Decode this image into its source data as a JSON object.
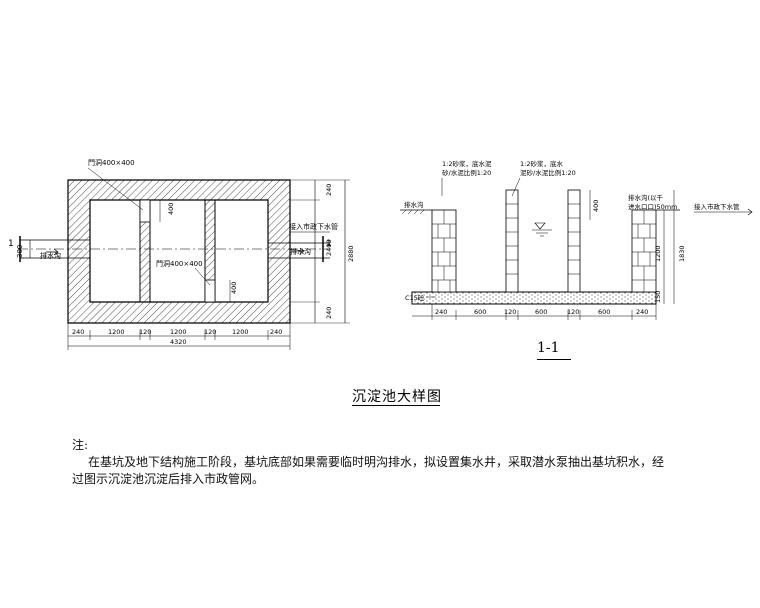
{
  "title": "沉淀池大样图",
  "section_label": "1-1",
  "notes": {
    "heading": "注:",
    "line1": "在基坑及地下结构施工阶段，基坑底部如果需要临时明沟排水，拟设置集水井，采取潜水泵抽出基坑积水，经",
    "line2": "过图示沉淀池沉淀后排入市政管网。"
  },
  "plan": {
    "labels": {
      "hole_top": "門洞400×400",
      "hole_mid": "門洞400×400",
      "drain_left": "排水沟",
      "drain_right": "排水沟",
      "outlet": "接入市政下水管",
      "left_dim": "300",
      "left_mark": "1",
      "right_mark": "1"
    },
    "dims_bottom": [
      "240",
      "1200",
      "120",
      "1200",
      "120",
      "1200",
      "240"
    ],
    "dim_total": "4320",
    "dims_right": [
      "240",
      "2400",
      "240"
    ],
    "dim_right_total": "2880",
    "dim_hole_top": "400",
    "dim_hole_mid": "400"
  },
  "section": {
    "labels": {
      "note_left": "1:2砂浆，底水泥",
      "note_left2": "砂/水泥比例1:20",
      "note_mid": "1:2砂浆，底水",
      "note_mid2": "泥砂/水泥比例1:20",
      "drain_left": "排水沟",
      "drain_right": "排水沟(以千",
      "drain_right2": "进水口口)50mm",
      "outlet": "接入市政下水管",
      "base": "C15砼"
    },
    "dims_bottom": [
      "240",
      "600",
      "120",
      "600",
      "120",
      "600",
      "240"
    ],
    "dims_right": [
      "1200",
      "1830",
      "150"
    ],
    "dim_gap": "400"
  }
}
